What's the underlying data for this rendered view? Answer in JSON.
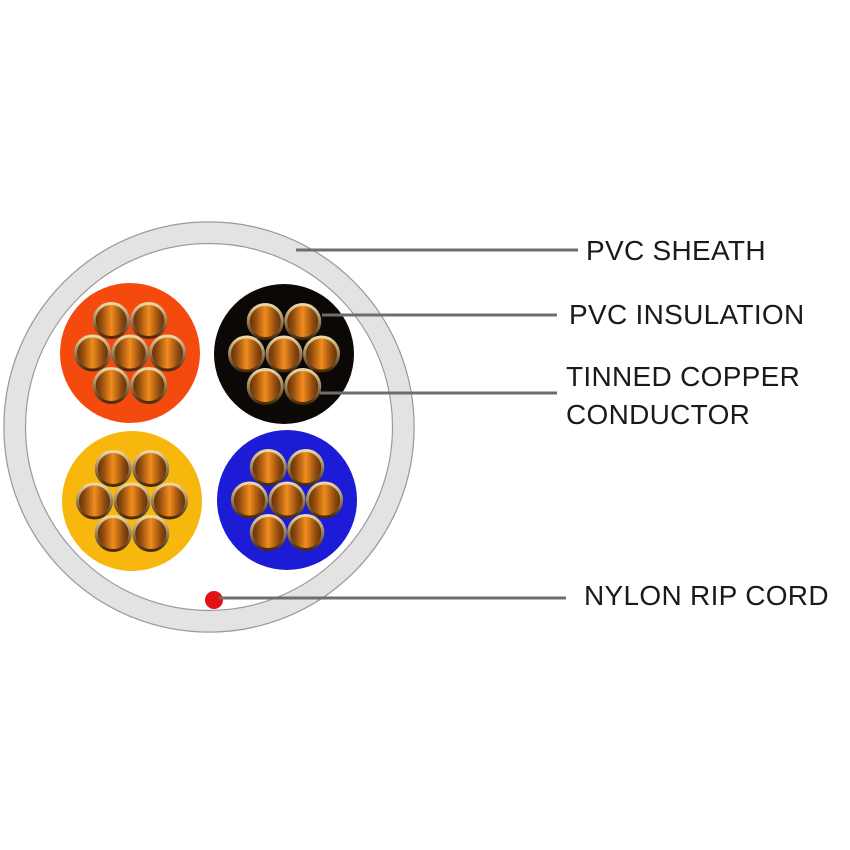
{
  "diagram": {
    "labels": {
      "sheath": "PVC SHEATH",
      "insulation": "PVC INSULATION",
      "conductor": "TINNED COPPER\nCONDUCTOR",
      "rip_cord": "NYLON RIP CORD"
    },
    "colors": {
      "background": "#ffffff",
      "sheath_band": "#e3e3e3",
      "sheath_outline": "#9a9a9a",
      "core_orange": "#f54a0e",
      "core_black": "#0c0806",
      "core_yellow": "#f7b70c",
      "core_blue": "#1c1cd6",
      "copper_dark": "#5c2b07",
      "copper_mid": "#8f4a0e",
      "copper_light": "#f18c1e",
      "strand_rim_light": "#ead9a8",
      "strand_rim_dark": "#4a2a0a",
      "rip_cord_red": "#e11212",
      "leader_line": "#6e6e6e",
      "label_text": "#1a1a1a"
    }
  }
}
